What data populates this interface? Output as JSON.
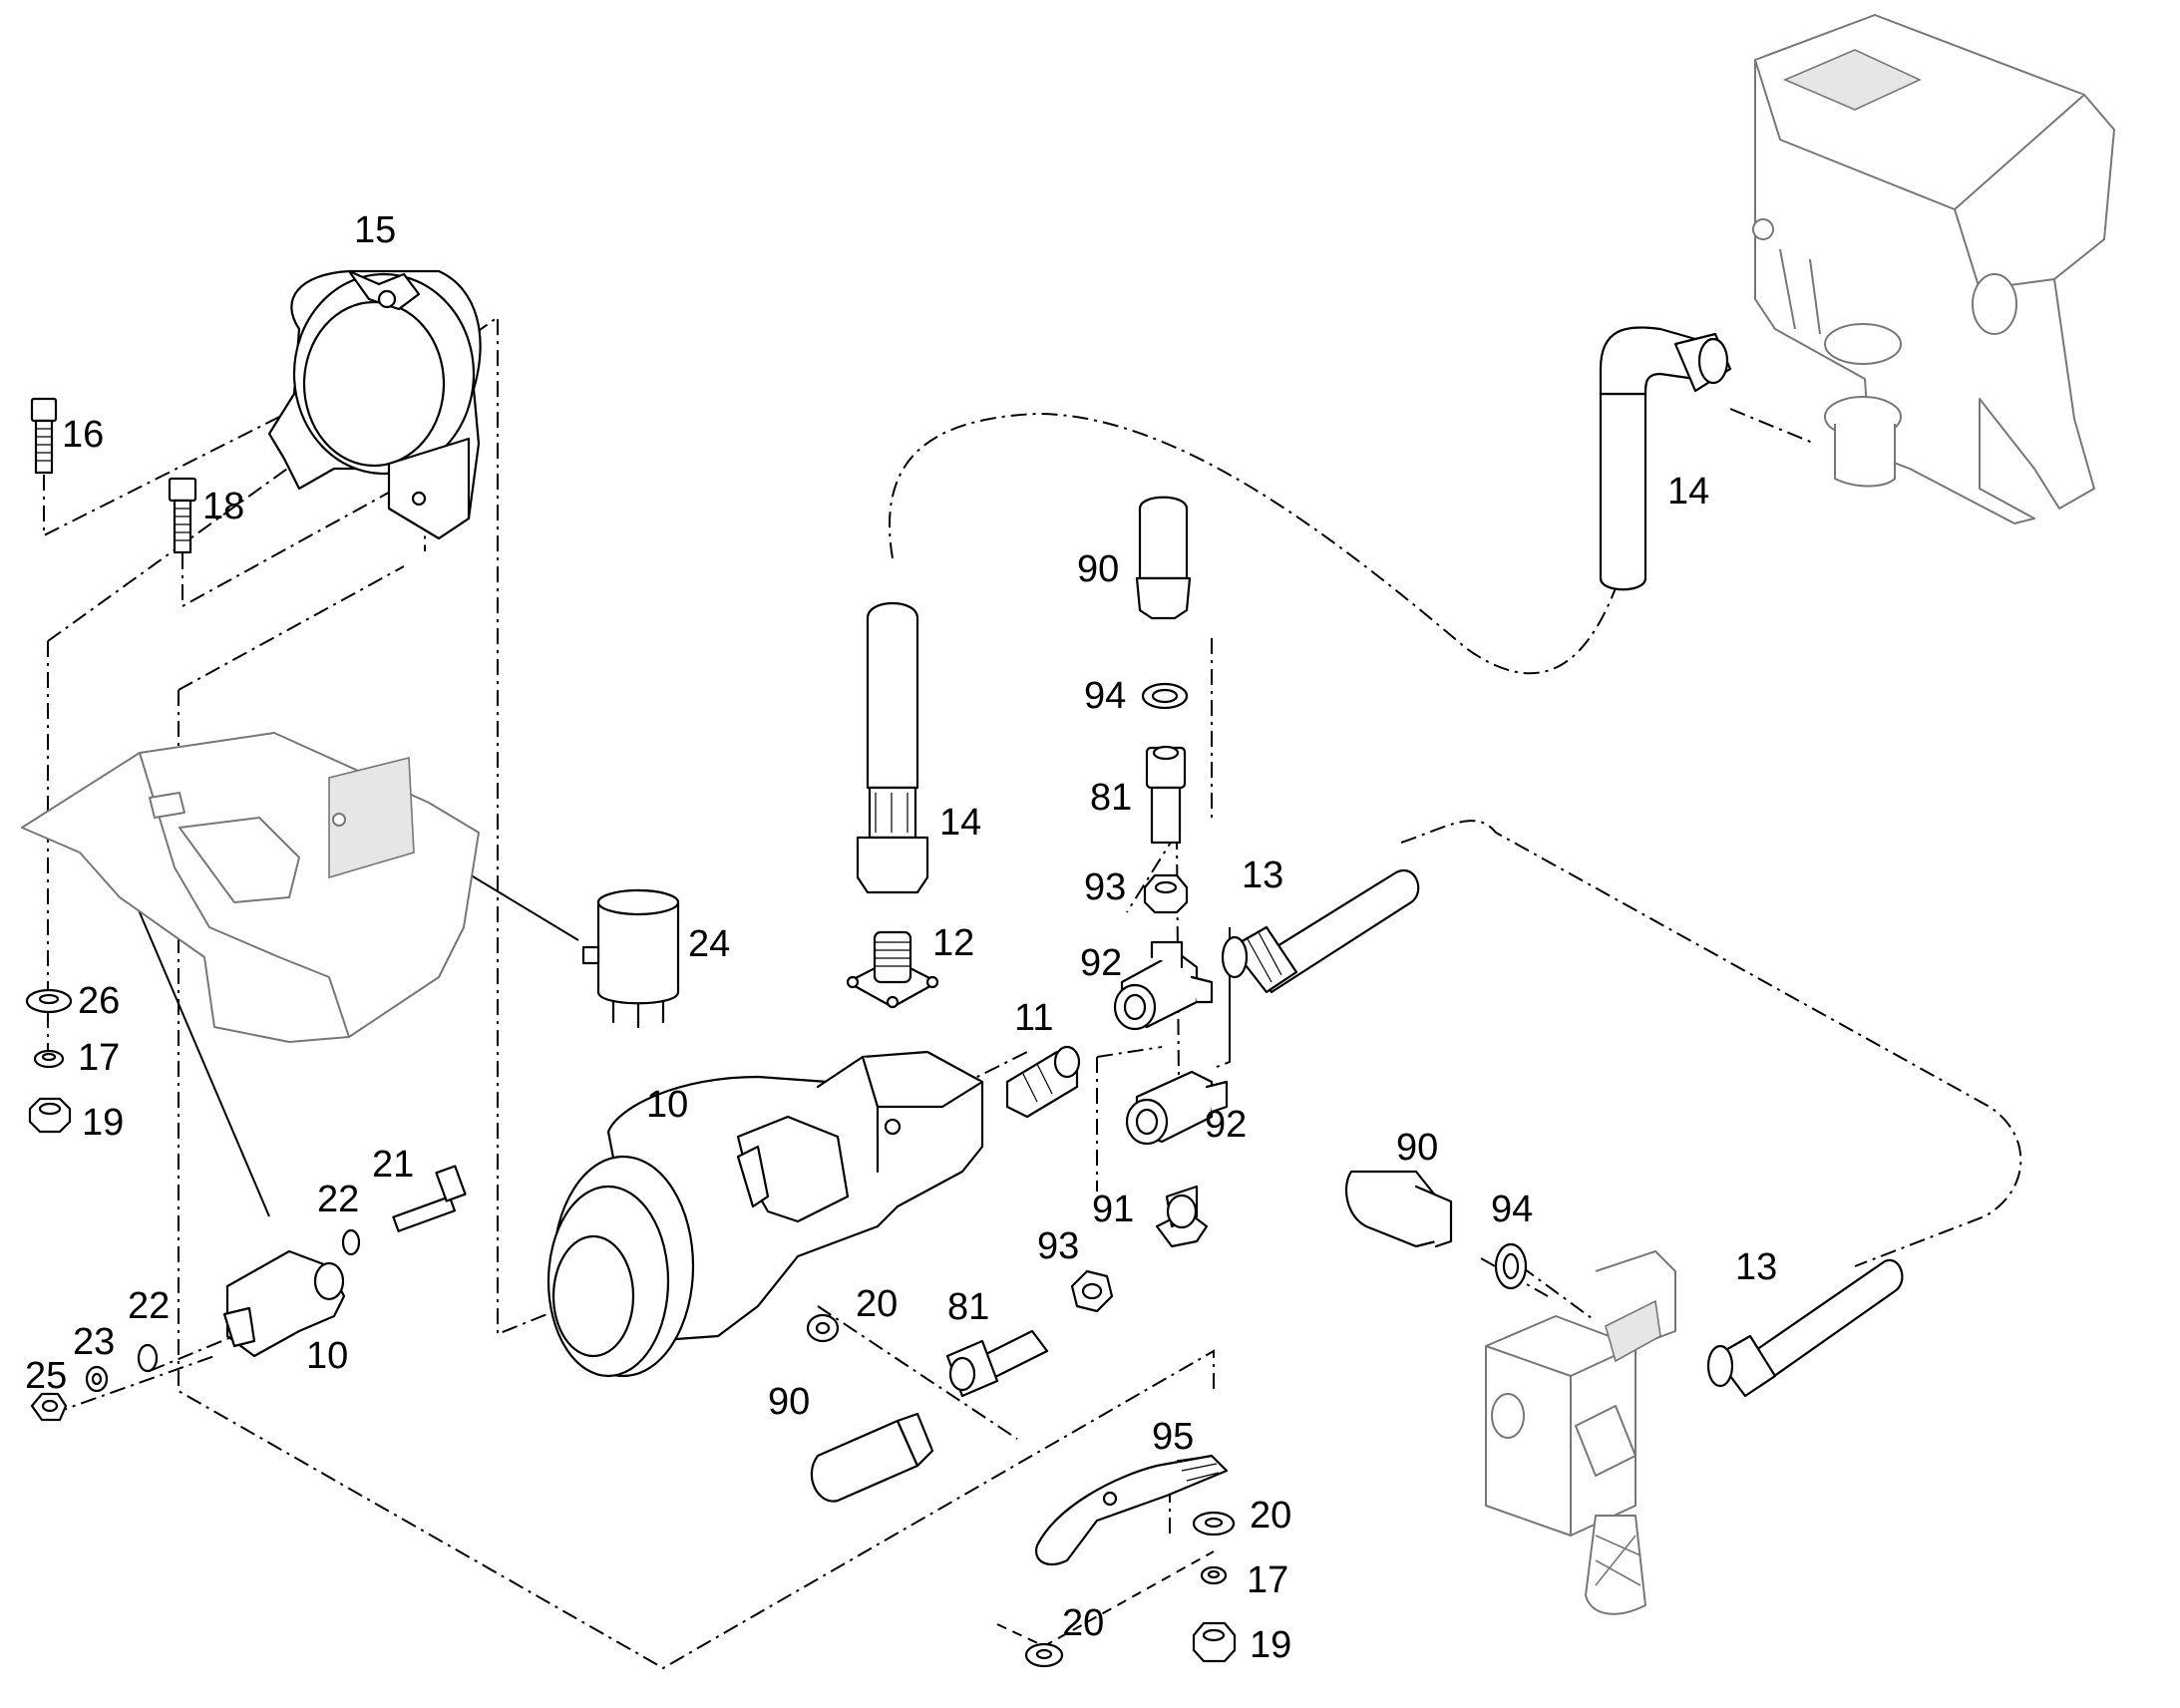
{
  "callouts": [
    {
      "id": "c15",
      "text": "15"
    },
    {
      "id": "c16",
      "text": "16"
    },
    {
      "id": "c18",
      "text": "18"
    },
    {
      "id": "c26",
      "text": "26"
    },
    {
      "id": "c17a",
      "text": "17"
    },
    {
      "id": "c19a",
      "text": "19"
    },
    {
      "id": "c24",
      "text": "24"
    },
    {
      "id": "c14a",
      "text": "14"
    },
    {
      "id": "c12",
      "text": "12"
    },
    {
      "id": "c11",
      "text": "11"
    },
    {
      "id": "c10a",
      "text": "10"
    },
    {
      "id": "c21",
      "text": "21"
    },
    {
      "id": "c22a",
      "text": "22"
    },
    {
      "id": "c22b",
      "text": "22"
    },
    {
      "id": "c23",
      "text": "23"
    },
    {
      "id": "c25",
      "text": "25"
    },
    {
      "id": "c10b",
      "text": "10"
    },
    {
      "id": "c90a",
      "text": "90"
    },
    {
      "id": "c94a",
      "text": "94"
    },
    {
      "id": "c81a",
      "text": "81"
    },
    {
      "id": "c93a",
      "text": "93"
    },
    {
      "id": "c92a",
      "text": "92"
    },
    {
      "id": "c13a",
      "text": "13"
    },
    {
      "id": "c92b",
      "text": "92"
    },
    {
      "id": "c91",
      "text": "91"
    },
    {
      "id": "c93b",
      "text": "93"
    },
    {
      "id": "c81b",
      "text": "81"
    },
    {
      "id": "c20a",
      "text": "20"
    },
    {
      "id": "c90b",
      "text": "90"
    },
    {
      "id": "c95",
      "text": "95"
    },
    {
      "id": "c20b",
      "text": "20"
    },
    {
      "id": "c17b",
      "text": "17"
    },
    {
      "id": "c20c",
      "text": "20"
    },
    {
      "id": "c19b",
      "text": "19"
    },
    {
      "id": "c14b",
      "text": "14"
    },
    {
      "id": "c90c",
      "text": "90"
    },
    {
      "id": "c94b",
      "text": "94"
    },
    {
      "id": "c13b",
      "text": "13"
    }
  ]
}
